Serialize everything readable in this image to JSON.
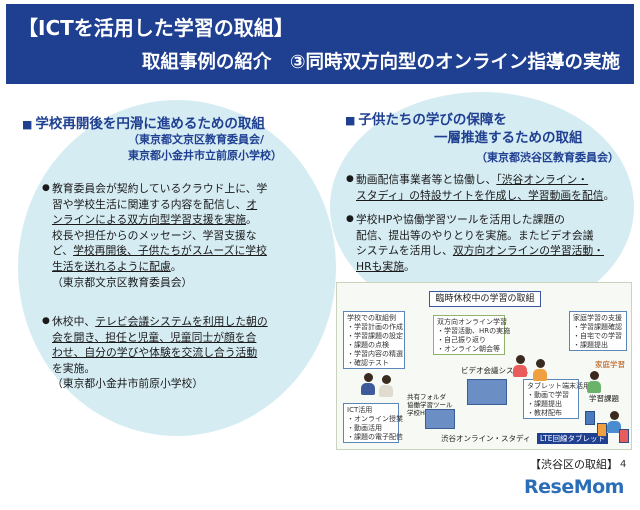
{
  "header": {
    "title": "【ICTを活用した学習の取組】",
    "subtitle": "取組事例の紹介　③同時双方向型のオンライン指導の実施"
  },
  "left": {
    "heading": "学校再開後を円滑に進めるための取組",
    "org_line1": "（東京都文京区教育委員会/",
    "org_line2": "東京都小金井市立前原小学校）",
    "bullet1_lines": [
      [
        "教育委員会が契約しているクラウド上に、学",
        ""
      ],
      [
        "習や学校生活に関連する内容を配信し、",
        "オ"
      ],
      [
        "",
        "ンラインによる双方向型学習支援を実施"
      ],
      [
        "校長や担任からのメッセージ、学習支援な",
        ""
      ],
      [
        "ど、",
        "学校再開後、子供たちがスムーズに学校"
      ],
      [
        "",
        "生活を送れるように配慮"
      ],
      [
        "（東京都文京区教育委員会）",
        ""
      ]
    ],
    "bullet1_tail": "。",
    "bullet2_lines": [
      [
        "休校中、",
        "テレビ会議システムを利用した朝の"
      ],
      [
        "",
        "会を開き、担任と児童、児童同士が顔を合"
      ],
      [
        "",
        "わせ、自分の学びや体験を交流し合う活動"
      ],
      [
        "を実施。",
        ""
      ],
      [
        "（東京都小金井市前原小学校）",
        ""
      ]
    ]
  },
  "right": {
    "heading_line1": "子供たちの学びの保障を",
    "heading_line2": "一層推進するための取組",
    "org": "（東京都渋谷区教育委員会）",
    "bullet1_lines": [
      [
        "動画配信事業者等と協働し、",
        "「渋谷オンライン・"
      ],
      [
        "",
        "スタディ」の特設サイトを作成し、学習動画を配信"
      ]
    ],
    "bullet2_lines": [
      [
        "学校HPや協働学習ツールを活用した課題の",
        ""
      ],
      [
        "配信、提出等のやりとりを実施。またビデオ会議",
        ""
      ],
      [
        "システムを活用し、",
        "双方向オンラインの学習活動・"
      ],
      [
        "",
        "HRも実施"
      ]
    ]
  },
  "illustration": {
    "title": "臨時休校中の学習の取組",
    "box_school": [
      "学校での取組例",
      "・学習計画の作成",
      "・学習課題の設定",
      "・課題の点検",
      "・学習内容の精選",
      "・確認テスト"
    ],
    "box_home": [
      "家庭学習の支援",
      "・学習課題確認",
      "・自宅での学習",
      "・課題提出"
    ],
    "box_student": [
      "双方向オンライン学習",
      "・学習活動、HRの実施",
      "・自己振り返り",
      "・オンライン朝会等"
    ],
    "box_ict": [
      "ICT活用",
      "・オンライン授業",
      "・動画活用",
      "・課題の電子配信"
    ],
    "box_tablet": [
      "タブレット端末活用",
      "・動画で学習",
      "・課題提出",
      "・教材配布"
    ],
    "label_video": "ビデオ会議システム",
    "label_home": "家庭学習",
    "label_study": "学習課題",
    "label_tool": "共有フォルダ\n協働学習ツール\n学校HP",
    "label_shibuya": "渋谷オンライン・スタディ",
    "label_lte": "LTE回線タブレット"
  },
  "caption": "【渋谷区の取組】",
  "page_number": "4",
  "logo": "ReseMom"
}
